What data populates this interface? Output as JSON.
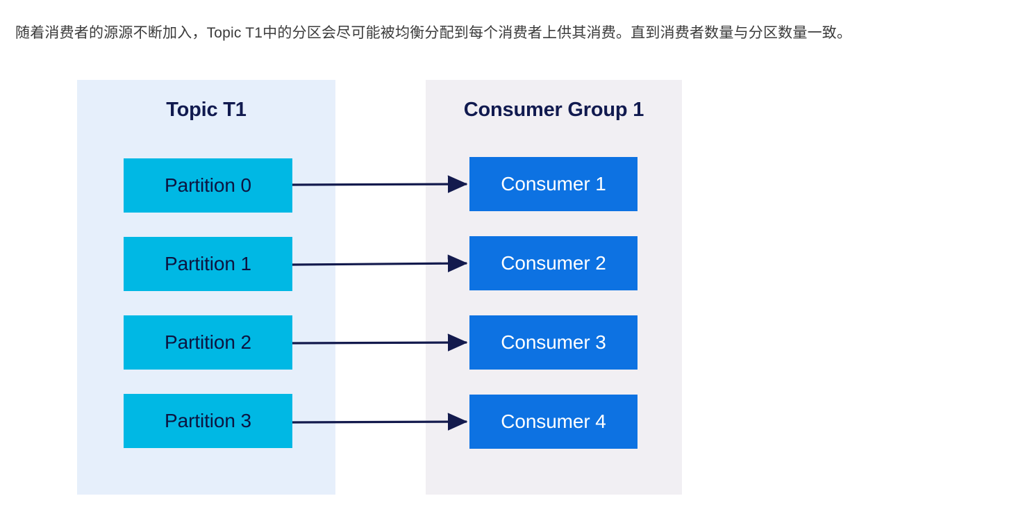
{
  "caption": {
    "text": "随着消费者的源源不断加入，Topic T1中的分区会尽可能被均衡分配到每个消费者上供其消费。直到消费者数量与分区数量一致。"
  },
  "diagram": {
    "type": "flow-mapping",
    "topic_panel": {
      "title": "Topic T1",
      "background_color": "#e6effb",
      "node_color": "#00b8e4",
      "node_text_color": "#0c1440",
      "partitions": [
        {
          "label": "Partition 0"
        },
        {
          "label": "Partition 1"
        },
        {
          "label": "Partition 2"
        },
        {
          "label": "Partition 3"
        }
      ]
    },
    "consumer_group_panel": {
      "title": "Consumer Group 1",
      "background_color": "#f1eff3",
      "node_color": "#0d72e2",
      "node_text_color": "#ffffff",
      "consumers": [
        {
          "label": "Consumer 1"
        },
        {
          "label": "Consumer 2"
        },
        {
          "label": "Consumer 3"
        },
        {
          "label": "Consumer 4"
        }
      ]
    },
    "connections": [
      {
        "from": "Partition 0",
        "to": "Consumer 1"
      },
      {
        "from": "Partition 1",
        "to": "Consumer 2"
      },
      {
        "from": "Partition 2",
        "to": "Consumer 3"
      },
      {
        "from": "Partition 3",
        "to": "Consumer 4"
      }
    ],
    "arrow_color": "#131a4d"
  }
}
